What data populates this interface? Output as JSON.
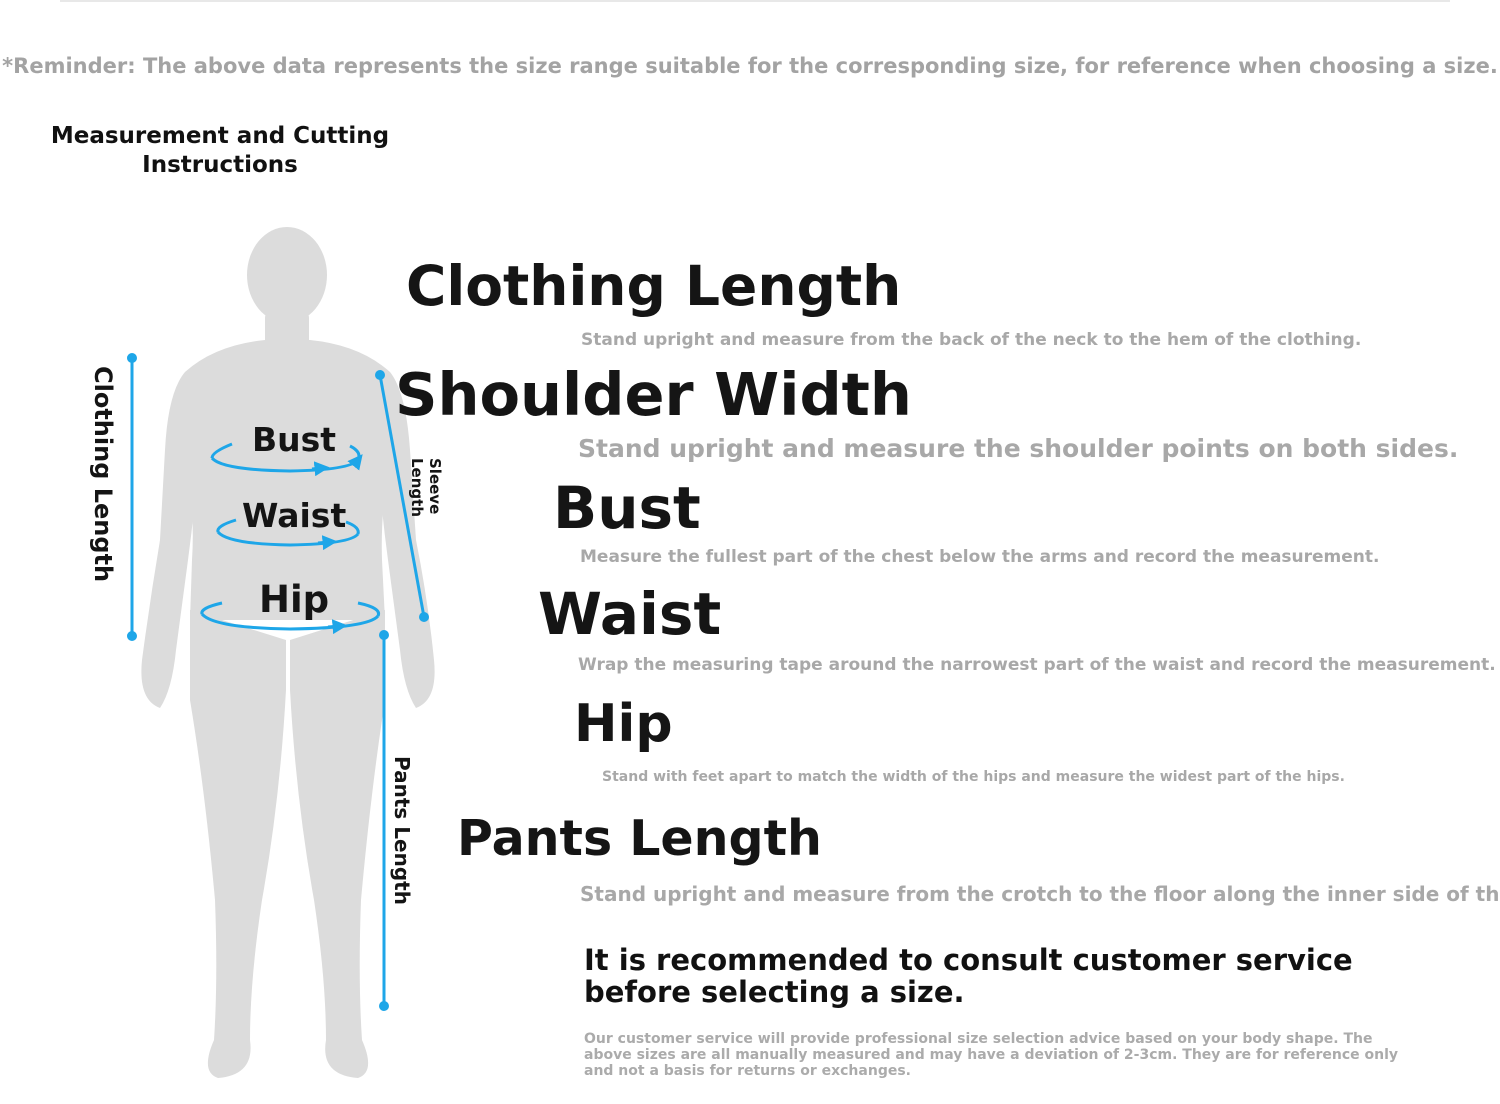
{
  "reminder": "*Reminder: The above data represents the size range suitable for the corresponding size, for reference when choosing a size.",
  "instructions_title": "Measurement and Cutting Instructions",
  "figure": {
    "bust": "Bust",
    "waist": "Waist",
    "hip": "Hip",
    "clothing_length": "Clothing Length",
    "sleeve_length": "Sleeve Length",
    "pants_length": "Pants Length",
    "accent_color": "#1ea6e8",
    "silhouette_color": "#dcdcdc"
  },
  "sections": [
    {
      "heading": "Clothing Length",
      "description": "Stand upright and measure from the back of the neck to the hem of the clothing."
    },
    {
      "heading": "Shoulder Width",
      "description": "Stand upright and measure the shoulder points on both sides."
    },
    {
      "heading": "Bust",
      "description": "Measure the fullest part of the chest below the arms and record the measurement."
    },
    {
      "heading": "Waist",
      "description": "Wrap the measuring tape around the narrowest part of the waist and record the measurement."
    },
    {
      "heading": "Hip",
      "description": "Stand with feet apart to match the width of the hips and measure the widest part of the hips."
    },
    {
      "heading": "Pants Length",
      "description": "Stand upright and measure from the crotch to the floor along the inner side of the legs."
    }
  ],
  "advice": "It is recommended to consult customer service before selecting a size.",
  "note": "Our customer service will provide professional size selection advice based on your body shape. The above sizes are all manually measured and may have a deviation of 2-3cm. They are for reference only and not a basis for returns or exchanges."
}
